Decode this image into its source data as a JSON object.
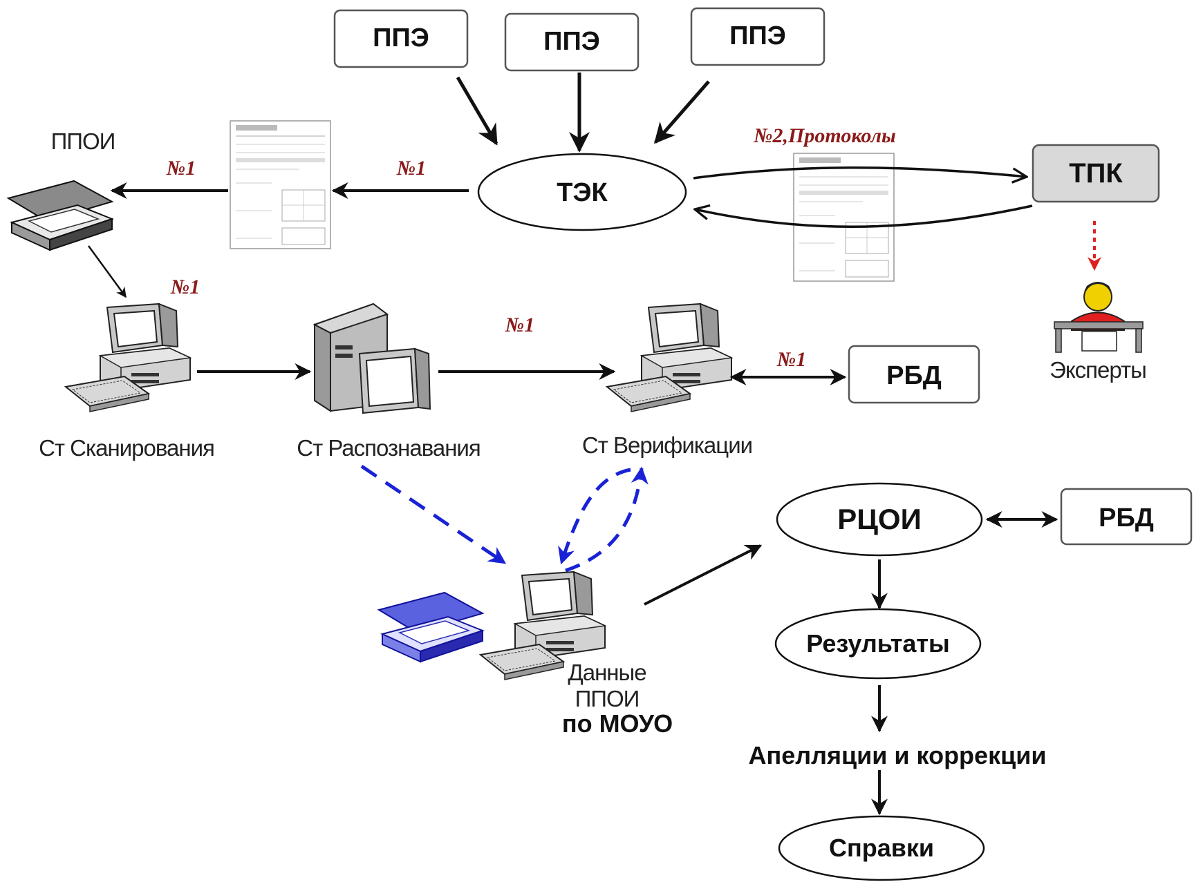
{
  "colors": {
    "arrow": "#111111",
    "dashed_arrow": "#1a22d6",
    "red_dotted": "#e02020",
    "red_label": "#8b1a1a",
    "tpk_fill": "#d9d9d9"
  },
  "nodes": {
    "ppe_1": "ППЭ",
    "ppe_2": "ППЭ",
    "ppe_3": "ППЭ",
    "tek": "ТЭК",
    "tpk": "ТПК",
    "ppoi": "ППОИ",
    "experts": "Эксперты",
    "st_scan": "Ст Сканирования",
    "st_recognition": "Ст Распознавания",
    "st_verification": "Ст Верификации",
    "rbd_1": "РБД",
    "rbd_2": "РБД",
    "rcoi": "РЦОИ",
    "results": "Результаты",
    "appeals": "Апелляции и коррекции",
    "certificates": "Справки",
    "ppoi_data_line1": "Данные",
    "ppoi_data_line2": "ППОИ",
    "ppoi_data_line3": "по МОУО"
  },
  "labels": {
    "no1_a": "№1",
    "no1_b": "№1",
    "no1_c": "№1",
    "no1_d": "№1",
    "no1_e": "№1",
    "no2_protocols": "№2,Протоколы"
  },
  "icons": [
    "scanner-icon",
    "document-form-icon",
    "computer-icon",
    "server-computer-icon",
    "expert-person-icon"
  ]
}
